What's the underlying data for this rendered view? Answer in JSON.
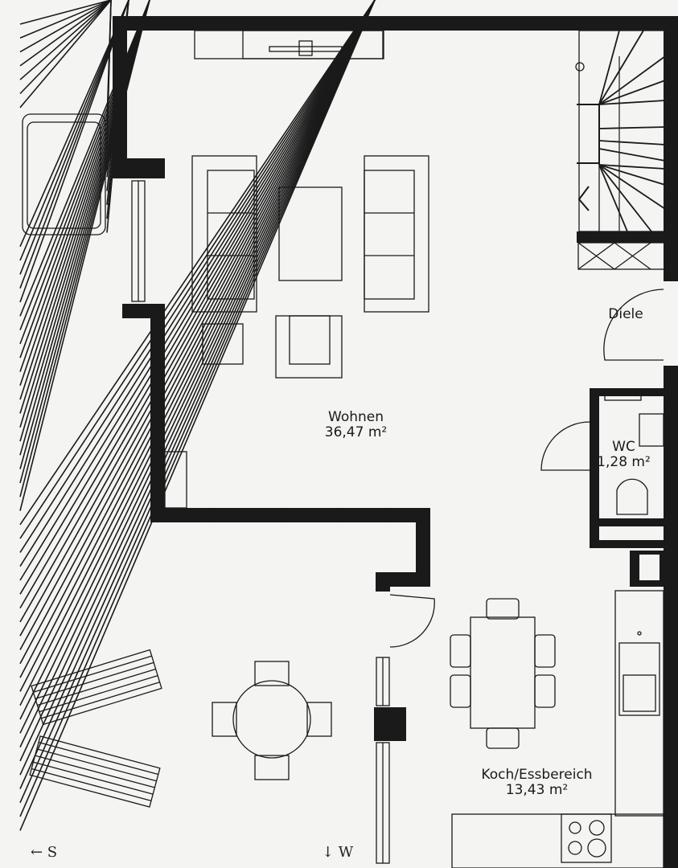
{
  "rooms": {
    "wohnen": {
      "name": "Wohnen",
      "area": "36,47 m²"
    },
    "diele": {
      "name": "Diele"
    },
    "wc": {
      "name": "WC",
      "area": "1,28 m²"
    },
    "kueche": {
      "name": "Koch/Essbereich",
      "area": "13,43 m²"
    }
  },
  "annotations": {
    "south": "← S",
    "west": "↓ W"
  },
  "colors": {
    "wall": "#1a1a1a",
    "paper": "#f4f4f2"
  }
}
